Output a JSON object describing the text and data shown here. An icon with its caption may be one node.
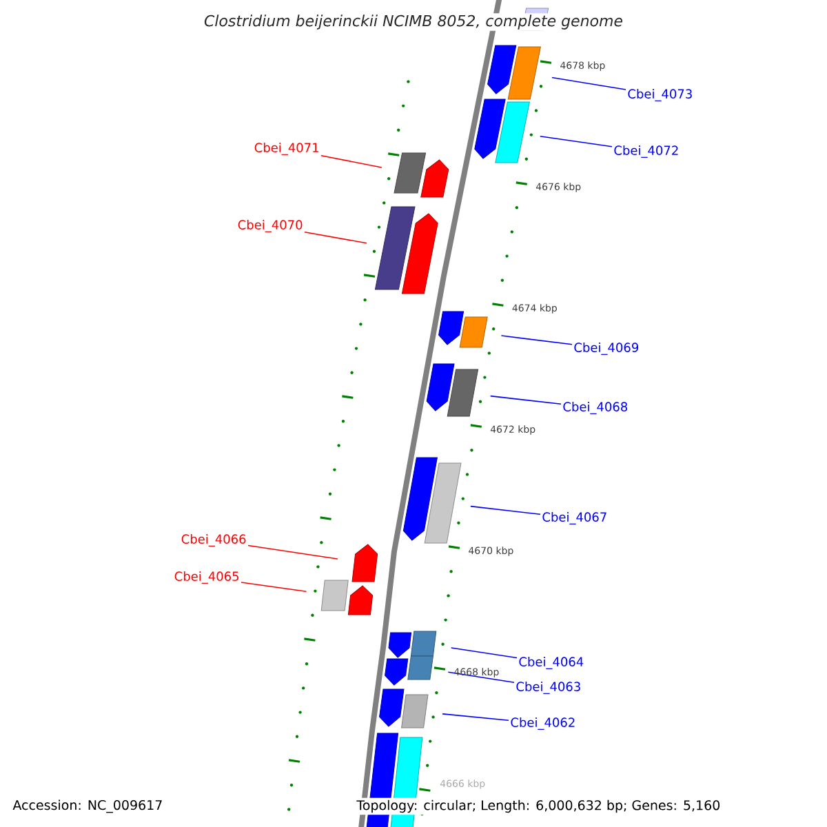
{
  "diagram": {
    "title": "Clostridium beijerinckii NCIMB 8052, complete genome",
    "nodes": [
      {
        "text": [
          "Cbei_4073"
        ]
      },
      {
        "text": [],
        "shape": "box"
      },
      {
        "text": [
          "Cbei_4072"
        ]
      },
      {
        "text": [],
        "shape": "box"
      },
      {
        "text": [
          "Cbei_4071"
        ]
      },
      {
        "text": [],
        "shape": "box"
      },
      {
        "text": [
          "Cbei_4070"
        ]
      },
      {
        "text": [],
        "shape": "box"
      },
      {
        "text": [
          "Cbei_4069"
        ]
      },
      {
        "text": [],
        "shape": "box"
      },
      {
        "text": [
          "Cbei_4068"
        ]
      },
      {
        "text": [],
        "shape": "box"
      },
      {
        "text": [
          "Cbei_4067"
        ]
      },
      {
        "text": [],
        "shape": "box"
      },
      {
        "text": [
          "Cbei_4066"
        ]
      },
      {
        "text": [],
        "shape": "pentagon"
      },
      {
        "text": [
          "Cbei_4065"
        ]
      },
      {
        "text": [],
        "shape": "box"
      },
      {
        "text": [
          "Cbei_4064"
        ]
      },
      {
        "text": [],
        "shape": "box"
      },
      {
        "text": [
          "Cbei_4063"
        ]
      },
      {
        "text": [],
        "shape": "box"
      },
      {
        "text": [
          "Cbei_4062"
        ]
      },
      {
        "text": [],
        "shape": "box"
      },
      {
        "text": [],
        "shape": "pentagon"
      },
      {
        "text": [],
        "shape": "pentagon"
      },
      {
        "text": [],
        "shape": "pentagon"
      }
    ],
    "edges": [
      {
        "from": 0,
        "to": 1,
        "arrow": "none"
      },
      {
        "from": 2,
        "to": 3,
        "arrow": "none"
      },
      {
        "from": 4,
        "to": 5,
        "arrow": "none",
        "color": "#ff0000"
      },
      {
        "from": 6,
        "to": 7,
        "arrow": "none",
        "color": "#ff0000"
      },
      {
        "from": 8,
        "to": 9,
        "arrow": "none"
      },
      {
        "from": 10,
        "to": 11,
        "arrow": "none"
      },
      {
        "from": 12,
        "to": 13,
        "arrow": "none"
      },
      {
        "from": 14,
        "to": 15,
        "arrow": "none",
        "color": "#ff0000"
      },
      {
        "from": 16,
        "to": 17,
        "arrow": "none",
        "color": "#ff0000"
      },
      {
        "from": 18,
        "to": 19,
        "arrow": "none"
      },
      {
        "from": 20,
        "to": 21,
        "arrow": "none"
      },
      {
        "from": 22,
        "to": 23,
        "arrow": "none"
      }
    ],
    "labels": [
      "4678 kbp",
      "4676 kbp",
      "4674 kbp",
      "4672 kbp",
      "4670 kbp",
      "4668 kbp",
      "4666 kbp",
      "Accession: NC_009617",
      "Topology: circular; Length: 6,000,632 bp; Genes: 5,160"
    ]
  }
}
